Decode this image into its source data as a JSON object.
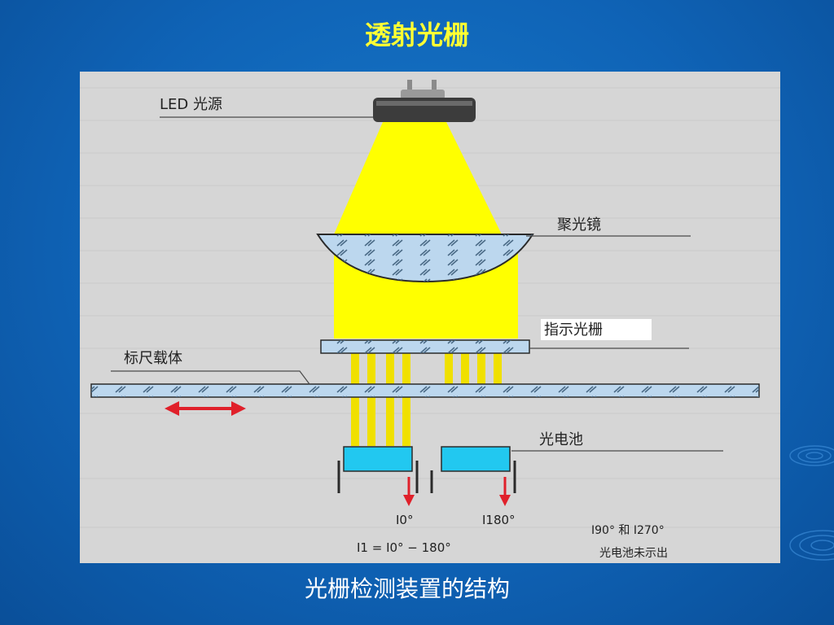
{
  "slide": {
    "title": "透射光栅",
    "caption": "光栅检测装置的结构"
  },
  "diagram": {
    "labels": {
      "led": "LED 光源",
      "condenser": "聚光镜",
      "index_grating": "指示光栅",
      "scale_carrier": "标尺载体",
      "photocell": "光电池"
    },
    "signals": {
      "i0": "I0°",
      "i180": "I180°",
      "formula": "I1 = I0° − 180°",
      "note_line1": "I90° 和 I270°",
      "note_line2": "光电池未示出"
    },
    "colors": {
      "background": "#0f63b6",
      "panel": "#d4d4d4",
      "light": "#ffff00",
      "glass": "#bcd7ee",
      "photocell": "#22c8f0",
      "arrow": "#e0202a"
    }
  }
}
